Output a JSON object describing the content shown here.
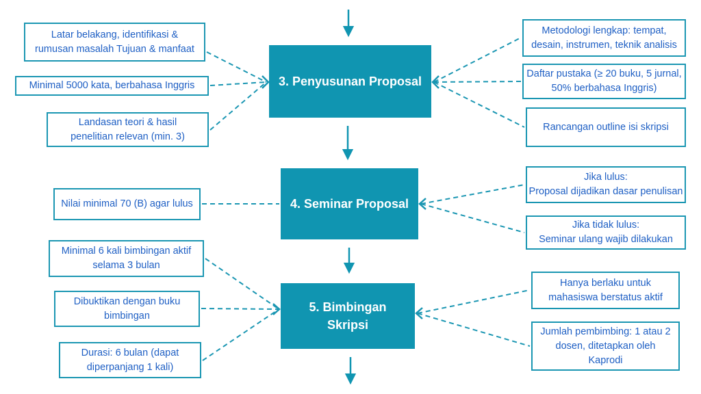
{
  "colors": {
    "teal_fill": "#1095b1",
    "teal_border": "#1a96b2",
    "blue_text": "#1e5fc4",
    "step_text": "#ffffff"
  },
  "nodes": {
    "step3": {
      "lines": [
        "3. Penyusunan Proposal"
      ]
    },
    "step4": {
      "lines": [
        "4. Seminar Proposal"
      ]
    },
    "step5": {
      "lines": [
        "5. Bimbingan",
        "Skripsi"
      ]
    },
    "left1": {
      "lines": [
        "Latar belakang, identifikasi &",
        "rumusan masalah Tujuan & manfaat"
      ]
    },
    "left2": {
      "lines": [
        "Minimal 5000 kata, berbahasa Inggris"
      ]
    },
    "left3": {
      "lines": [
        "Landasan teori & hasil",
        "penelitian relevan (min. 3)"
      ]
    },
    "left4": {
      "lines": [
        "Nilai minimal 70 (B) agar lulus"
      ]
    },
    "left5": {
      "lines": [
        "Minimal 6 kali bimbingan aktif",
        "selama 3 bulan"
      ]
    },
    "left6": {
      "lines": [
        "Dibuktikan dengan buku",
        "bimbingan"
      ]
    },
    "left7": {
      "lines": [
        "Durasi: 6 bulan (dapat",
        "diperpanjang 1 kali)"
      ]
    },
    "right1": {
      "lines": [
        "Metodologi lengkap: tempat,",
        "desain, instrumen, teknik analisis"
      ]
    },
    "right2": {
      "lines": [
        "Daftar pustaka (≥ 20 buku, 5 jurnal,",
        "50% berbahasa Inggris)"
      ]
    },
    "right3": {
      "lines": [
        "Rancangan outline isi skripsi"
      ]
    },
    "right4": {
      "lines": [
        "Jika lulus:",
        "Proposal dijadikan dasar penulisan"
      ]
    },
    "right5": {
      "lines": [
        "Jika tidak lulus:",
        "Seminar ulang wajib dilakukan"
      ]
    },
    "right6": {
      "lines": [
        "Hanya berlaku untuk",
        "mahasiswa berstatus aktif"
      ]
    },
    "right7": {
      "lines": [
        "Jumlah pembimbing: 1 atau 2",
        "dosen, ditetapkan oleh",
        "Kaprodi"
      ]
    }
  }
}
